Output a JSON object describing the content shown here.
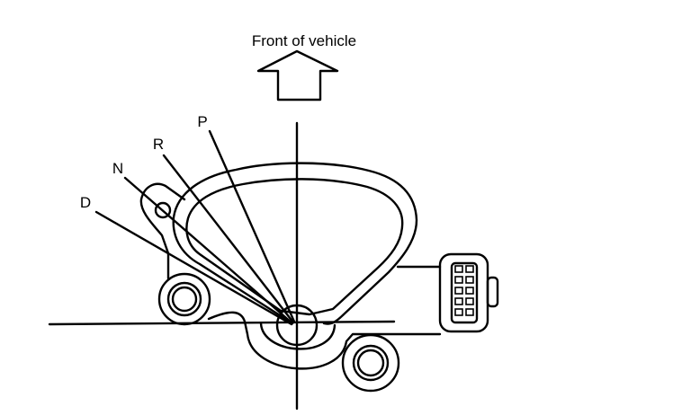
{
  "header": {
    "label": "Front of vehicle"
  },
  "positions": [
    {
      "label": "P"
    },
    {
      "label": "R"
    },
    {
      "label": "N"
    },
    {
      "label": "D"
    }
  ],
  "colors": {
    "ink": "#000000",
    "background": "#ffffff"
  },
  "icons": {
    "direction": "up-arrow-icon",
    "connector": "connector-icon",
    "bolt": "bolt-icon"
  }
}
